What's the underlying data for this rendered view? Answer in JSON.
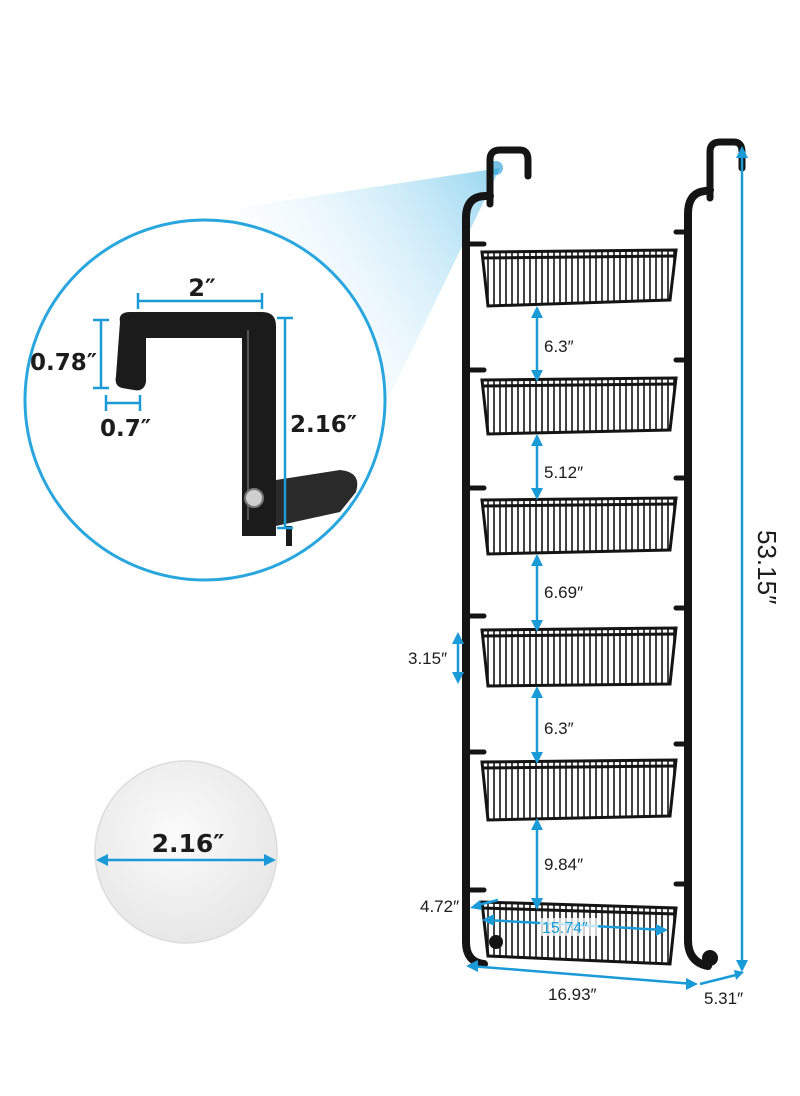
{
  "colors": {
    "dimension": "#1a9ad6",
    "rack": "#141414",
    "circle_outline": "#2aa6df",
    "spotlight": "#bde6f7",
    "pad": "#eeeeee"
  },
  "hook_detail": {
    "width": "2″",
    "lip_height": "0.78″",
    "lip_depth": "0.7″",
    "height": "2.16″"
  },
  "pad": {
    "diameter": "2.16″"
  },
  "rack": {
    "shelf_gaps": [
      "6.3″",
      "5.12″",
      "6.69″",
      "6.3″",
      "9.84″"
    ],
    "basket_height": "3.15″",
    "basket_depth": "4.72″",
    "basket_width": "15.74″",
    "overall_width": "16.93″",
    "overall_depth": "5.31″",
    "overall_height": "53.15″"
  }
}
